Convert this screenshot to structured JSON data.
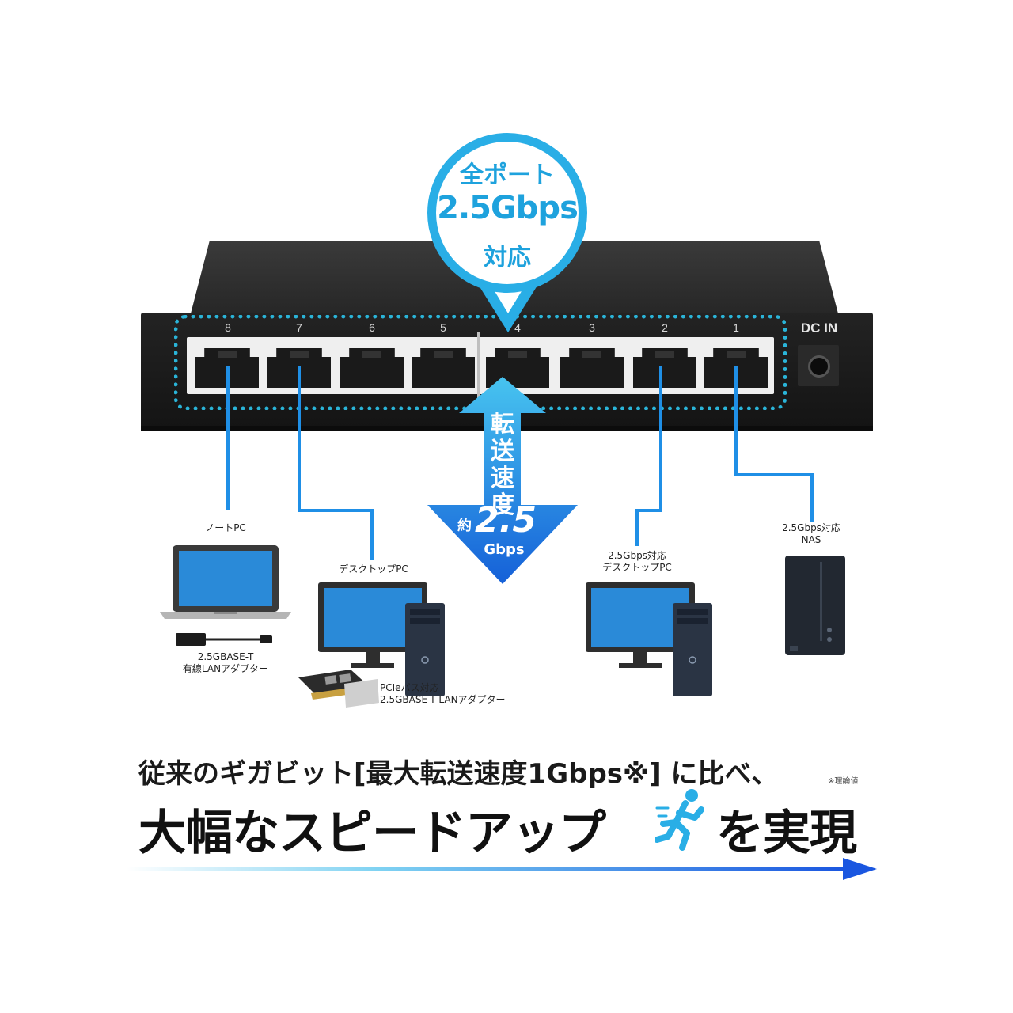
{
  "badge": {
    "line1": "全ポート",
    "line2": "2.5Gbps",
    "line3": "対応"
  },
  "switch": {
    "ports": [
      "8",
      "7",
      "6",
      "5",
      "4",
      "3",
      "2",
      "1"
    ],
    "dc_in": "DC IN"
  },
  "speed": {
    "vertical": "転送速度",
    "prefix": "約",
    "value": "2.5",
    "unit": "Gbps"
  },
  "devices": {
    "laptop": {
      "label": "ノートPC"
    },
    "usb_adapter": {
      "line1": "2.5GBASE-T",
      "line2": "有線LANアダプター"
    },
    "desktop": {
      "label": "デスクトップPC"
    },
    "pcie_adapter": {
      "line1": "PCIeバス対応",
      "line2": "2.5GBASE-T LANアダプター"
    },
    "desktop_25g": {
      "line1": "2.5Gbps対応",
      "line2": "デスクトップPC"
    },
    "nas": {
      "line1": "2.5Gbps対応",
      "line2": "NAS"
    }
  },
  "headline": {
    "line1": "従来のギガビット[最大転送速度1Gbps※] に比べ、",
    "note": "※理論値",
    "line2_before": "大幅なスピードアップ",
    "line2_after": "を実現"
  },
  "colors": {
    "accent_blue": "#29aee6",
    "cable_blue": "#1f8fe6",
    "arrow_blue": "#1a56e0"
  },
  "icons": {
    "runner": "running-person-icon"
  }
}
